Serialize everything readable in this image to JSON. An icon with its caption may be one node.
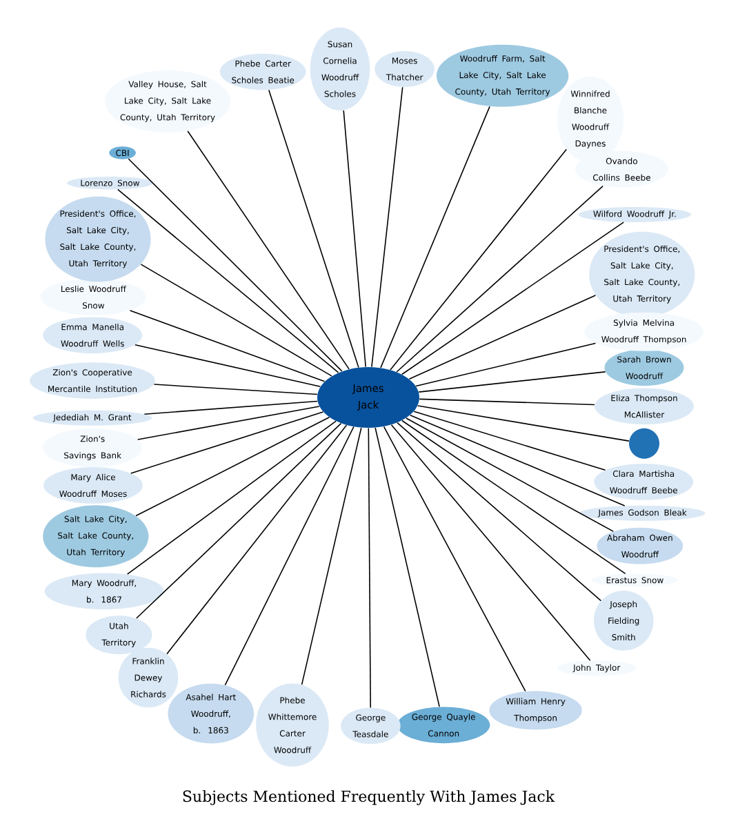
{
  "diagram": {
    "title": "Subjects Mentioned Frequently With James Jack",
    "nodes": [
      {
        "text": [
          "James Jack"
        ]
      },
      {
        "text": [],
        "shape": "circle"
      },
      {
        "text": [
          "Valley House, Salt Lake City, Salt Lake County, Utah Territory"
        ]
      },
      {
        "text": [
          "Phebe Carter Scholes Beatie"
        ]
      },
      {
        "text": [
          "Moses Thatcher"
        ]
      },
      {
        "text": [
          "Winnifred Blanche Woodruff Daynes"
        ]
      },
      {
        "text": [
          "Ovando Collins Beebe"
        ]
      },
      {
        "text": [
          "Lorenzo Snow"
        ]
      },
      {
        "text": [
          "Susan Cornelia Woodruff Scholes"
        ]
      },
      {
        "text": [
          "Woodruff Farm, Salt Lake City, Salt Lake County, Utah Territory"
        ]
      },
      {
        "text": [
          "Wilford Woodruff Jr."
        ]
      },
      {
        "text": [
          "President's Office, Salt Lake City, Salt Lake County, Utah Territory"
        ]
      },
      {
        "text": [
          "Leslie Woodruff Snow"
        ]
      },
      {
        "text": [
          "President's Office, Salt Lake City, Salt Lake County, Utah Territory"
        ]
      },
      {
        "text": [
          "CBI"
        ]
      },
      {
        "text": [
          "Sarah Brown Woodruff"
        ]
      },
      {
        "text": [
          "Sylvia Melvina Woodruff Thompson"
        ]
      },
      {
        "text": [
          "Emma Manella Woodruff Wells"
        ]
      },
      {
        "text": [
          "Eliza Thompson McAllister"
        ]
      },
      {
        "text": [
          "Zion's Cooperative Mercantile Institution"
        ]
      },
      {
        "text": [
          "Salt Lake City, Salt Lake County, Utah Territory"
        ]
      },
      {
        "text": [
          "Abraham Owen Woodruff"
        ]
      },
      {
        "text": [
          "James Godson Bleak"
        ]
      },
      {
        "text": [
          "Clara Martisha Woodruff Beebe"
        ]
      },
      {
        "text": [
          "George Quayle Cannon"
        ]
      },
      {
        "text": [
          "Asahel Hart Woodruff, b. 1863"
        ]
      },
      {
        "text": [
          "Jedediah M. Grant"
        ]
      },
      {
        "text": [
          "Zion's Savings Bank"
        ]
      },
      {
        "text": [
          "Erastus Snow"
        ]
      },
      {
        "text": [
          "Mary Alice Woodruff Moses"
        ]
      },
      {
        "text": [
          "Mary Woodruff, b. 1867"
        ]
      },
      {
        "text": [
          "Franklin Dewey Richards"
        ]
      },
      {
        "text": [
          "William Henry Thompson"
        ]
      },
      {
        "text": [
          "Joseph Fielding Smith"
        ]
      },
      {
        "text": [
          "Utah Territory"
        ]
      },
      {
        "text": [
          "Phebe Whittemore Carter Woodruff"
        ]
      },
      {
        "text": [
          "George Teasdale"
        ]
      },
      {
        "text": [
          "John Taylor"
        ]
      }
    ],
    "edges": [
      {
        "from": 0,
        "to": 1,
        "arrow": "none"
      },
      {
        "from": 0,
        "to": 2,
        "arrow": "none"
      },
      {
        "from": 0,
        "to": 3,
        "arrow": "none"
      },
      {
        "from": 0,
        "to": 4,
        "arrow": "none"
      },
      {
        "from": 0,
        "to": 5,
        "arrow": "none"
      },
      {
        "from": 0,
        "to": 6,
        "arrow": "none"
      },
      {
        "from": 0,
        "to": 7,
        "arrow": "none"
      },
      {
        "from": 0,
        "to": 8,
        "arrow": "none"
      },
      {
        "from": 0,
        "to": 9,
        "arrow": "none"
      },
      {
        "from": 0,
        "to": 10,
        "arrow": "none"
      },
      {
        "from": 0,
        "to": 11,
        "arrow": "none"
      },
      {
        "from": 0,
        "to": 12,
        "arrow": "none"
      },
      {
        "from": 0,
        "to": 13,
        "arrow": "none"
      },
      {
        "from": 0,
        "to": 14,
        "arrow": "none"
      },
      {
        "from": 0,
        "to": 15,
        "arrow": "none"
      },
      {
        "from": 0,
        "to": 16,
        "arrow": "none"
      },
      {
        "from": 0,
        "to": 17,
        "arrow": "none"
      },
      {
        "from": 0,
        "to": 18,
        "arrow": "none"
      },
      {
        "from": 0,
        "to": 19,
        "arrow": "none"
      },
      {
        "from": 0,
        "to": 20,
        "arrow": "none"
      },
      {
        "from": 0,
        "to": 21,
        "arrow": "none"
      },
      {
        "from": 0,
        "to": 22,
        "arrow": "none"
      },
      {
        "from": 0,
        "to": 23,
        "arrow": "none"
      },
      {
        "from": 0,
        "to": 24,
        "arrow": "none"
      },
      {
        "from": 0,
        "to": 25,
        "arrow": "none"
      },
      {
        "from": 0,
        "to": 26,
        "arrow": "none"
      },
      {
        "from": 0,
        "to": 27,
        "arrow": "none"
      },
      {
        "from": 0,
        "to": 28,
        "arrow": "none"
      },
      {
        "from": 0,
        "to": 29,
        "arrow": "none"
      },
      {
        "from": 0,
        "to": 30,
        "arrow": "none"
      },
      {
        "from": 0,
        "to": 31,
        "arrow": "none"
      },
      {
        "from": 0,
        "to": 32,
        "arrow": "none"
      },
      {
        "from": 0,
        "to": 33,
        "arrow": "none"
      },
      {
        "from": 0,
        "to": 34,
        "arrow": "none"
      },
      {
        "from": 0,
        "to": 35,
        "arrow": "none"
      },
      {
        "from": 0,
        "to": 36,
        "arrow": "none"
      },
      {
        "from": 0,
        "to": 37,
        "arrow": "none"
      }
    ]
  }
}
